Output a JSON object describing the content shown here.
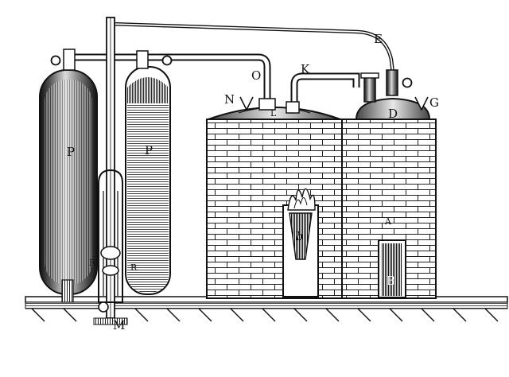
{
  "labels": {
    "P_left": "P",
    "P_right": "P",
    "R_left": "R",
    "R_right": "R",
    "M": "M",
    "E": "E",
    "K": "K",
    "O": "O",
    "N": "N",
    "L": "L",
    "D": "D",
    "G": "G",
    "A": "A",
    "B": "B",
    "b": "b"
  }
}
